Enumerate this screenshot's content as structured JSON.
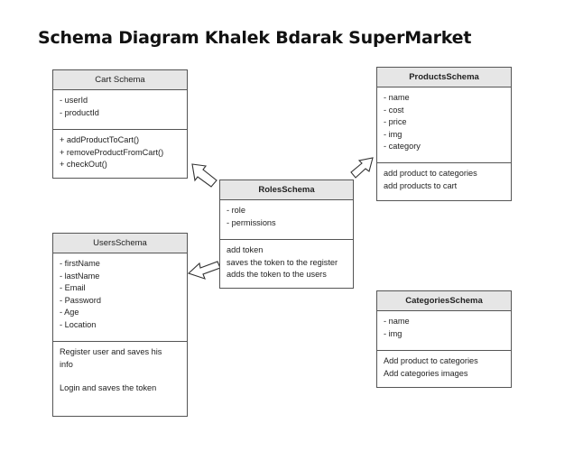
{
  "title": "Schema Diagram Khalek Bdarak SuperMarket",
  "cart": {
    "name": "Cart Schema",
    "fields": [
      "- userId",
      "- productId"
    ],
    "methods": [
      "+ addProductToCart()",
      "+ removeProductFromCart()",
      "+ checkOut()"
    ]
  },
  "products": {
    "name": "ProductsSchema",
    "fields": [
      "- name",
      "- cost",
      "- price",
      "- img",
      "- category"
    ],
    "methods": [
      "add product to categories",
      "add products to cart"
    ]
  },
  "roles": {
    "name": "RolesSchema",
    "fields": [
      "- role",
      "- permissions"
    ],
    "methods": [
      "add token",
      "saves the token to the register",
      "adds the token to the users"
    ]
  },
  "users": {
    "name": "UsersSchema",
    "fields": [
      "- firstName",
      "- lastName",
      "- Email",
      "- Password",
      "- Age",
      "- Location"
    ],
    "methods": [
      "Register user and saves his",
      "info",
      "",
      "Login and saves the token"
    ]
  },
  "categories": {
    "name": "CategoriesSchema",
    "fields": [
      "- name",
      "- img"
    ],
    "methods": [
      "Add product to categories",
      "Add categories images"
    ]
  }
}
